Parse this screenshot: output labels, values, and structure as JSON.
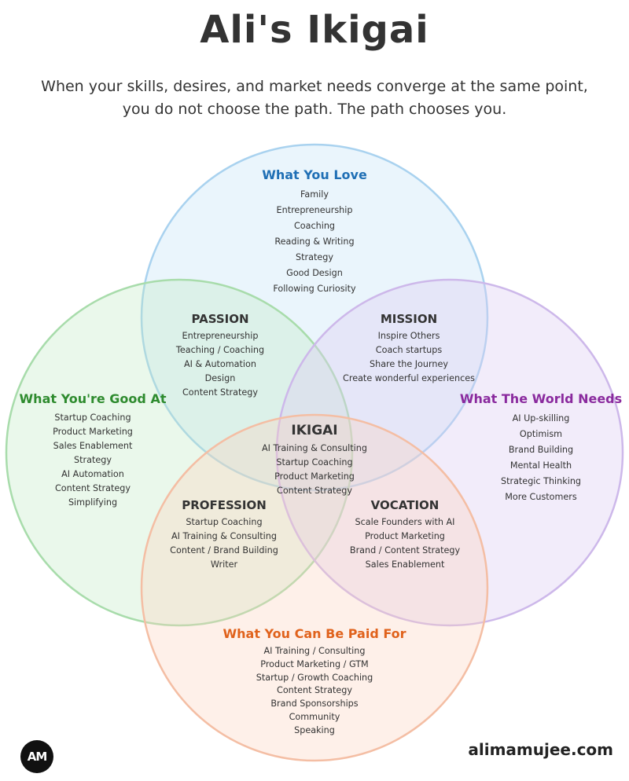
{
  "title": "Ali's Ikigai",
  "subtitle_line1": "When your skills, desires, and market needs converge at the same point,",
  "subtitle_line2": "you do not choose the path. The path chooses you.",
  "colors": {
    "love": "#1f6fb5",
    "good": "#2e8b2e",
    "world": "#8a2a9e",
    "paid": "#e0621c"
  },
  "circles": {
    "love": {
      "title": "What You Love",
      "items": [
        "Family",
        "Entrepreneurship",
        "Coaching",
        "Reading & Writing",
        "Strategy",
        "Good Design",
        "Following Curiosity"
      ]
    },
    "good": {
      "title": "What You're Good At",
      "items": [
        "Startup Coaching",
        "Product Marketing",
        "Sales Enablement",
        "Strategy",
        "AI Automation",
        "Content Strategy",
        "Simplifying"
      ]
    },
    "world": {
      "title": "What The World Needs",
      "items": [
        "AI Up-skilling",
        "Optimism",
        "Brand Building",
        "Mental Health",
        "Strategic Thinking",
        "More Customers"
      ]
    },
    "paid": {
      "title": "What You Can Be Paid For",
      "items": [
        "AI Training / Consulting",
        "Product Marketing / GTM",
        "Startup / Growth Coaching",
        "Content Strategy",
        "Brand Sponsorships",
        "Community",
        "Speaking"
      ]
    }
  },
  "overlaps": {
    "passion": {
      "title": "PASSION",
      "items": [
        "Entrepreneurship",
        "Teaching / Coaching",
        "AI & Automation",
        "Design",
        "Content Strategy"
      ]
    },
    "mission": {
      "title": "MISSION",
      "items": [
        "Inspire Others",
        "Coach startups",
        "Share the Journey",
        "Create wonderful experiences"
      ]
    },
    "profession": {
      "title": "PROFESSION",
      "items": [
        "Startup Coaching",
        "AI Training & Consulting",
        "Content / Brand Building",
        "Writer"
      ]
    },
    "vocation": {
      "title": "VOCATION",
      "items": [
        "Scale Founders with AI",
        "Product Marketing",
        "Brand / Content Strategy",
        "Sales Enablement"
      ]
    },
    "ikigai": {
      "title": "IKIGAI",
      "items": [
        "AI Training & Consulting",
        "Startup Coaching",
        "Product Marketing",
        "Content Strategy"
      ]
    }
  },
  "logo_text": "AM",
  "website": "alimamujee.com"
}
